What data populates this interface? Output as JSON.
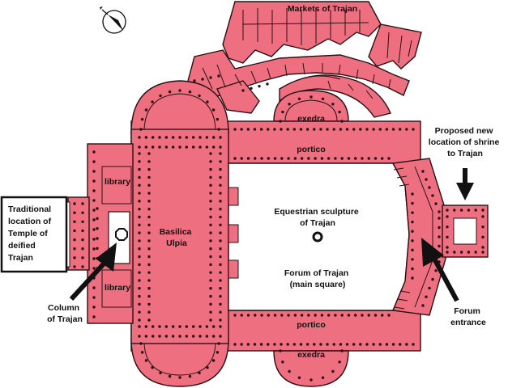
{
  "colors": {
    "building": "#ee6f80",
    "outline": "#2a1014",
    "open_space": "#ffffff",
    "arrow": "#111111"
  },
  "icons": {
    "compass": "north-arrow-icon",
    "column": "column-marker-icon",
    "sculpture": "sculpture-marker-icon"
  },
  "labels": {
    "markets": "Markets of Trajan",
    "exedra_top": "exedra",
    "portico_top": "portico",
    "proposed_shrine": [
      "Proposed new",
      "location of shrine",
      "to Trajan"
    ],
    "library_top": "library",
    "library_bottom": "library",
    "basilica": [
      "Basilica",
      "Ulpia"
    ],
    "equestrian": [
      "Equestrian sculpture",
      "of Trajan"
    ],
    "forum": [
      "Forum of Trajan",
      "(main square)"
    ],
    "traditional_temple": [
      "Traditional",
      "location of",
      "Temple of",
      "deified",
      "Trajan"
    ],
    "column": [
      "Column",
      "of Trajan"
    ],
    "forum_entrance": [
      "Forum",
      "entrance"
    ],
    "portico_bottom": "portico",
    "exedra_bottom": "exedra"
  }
}
